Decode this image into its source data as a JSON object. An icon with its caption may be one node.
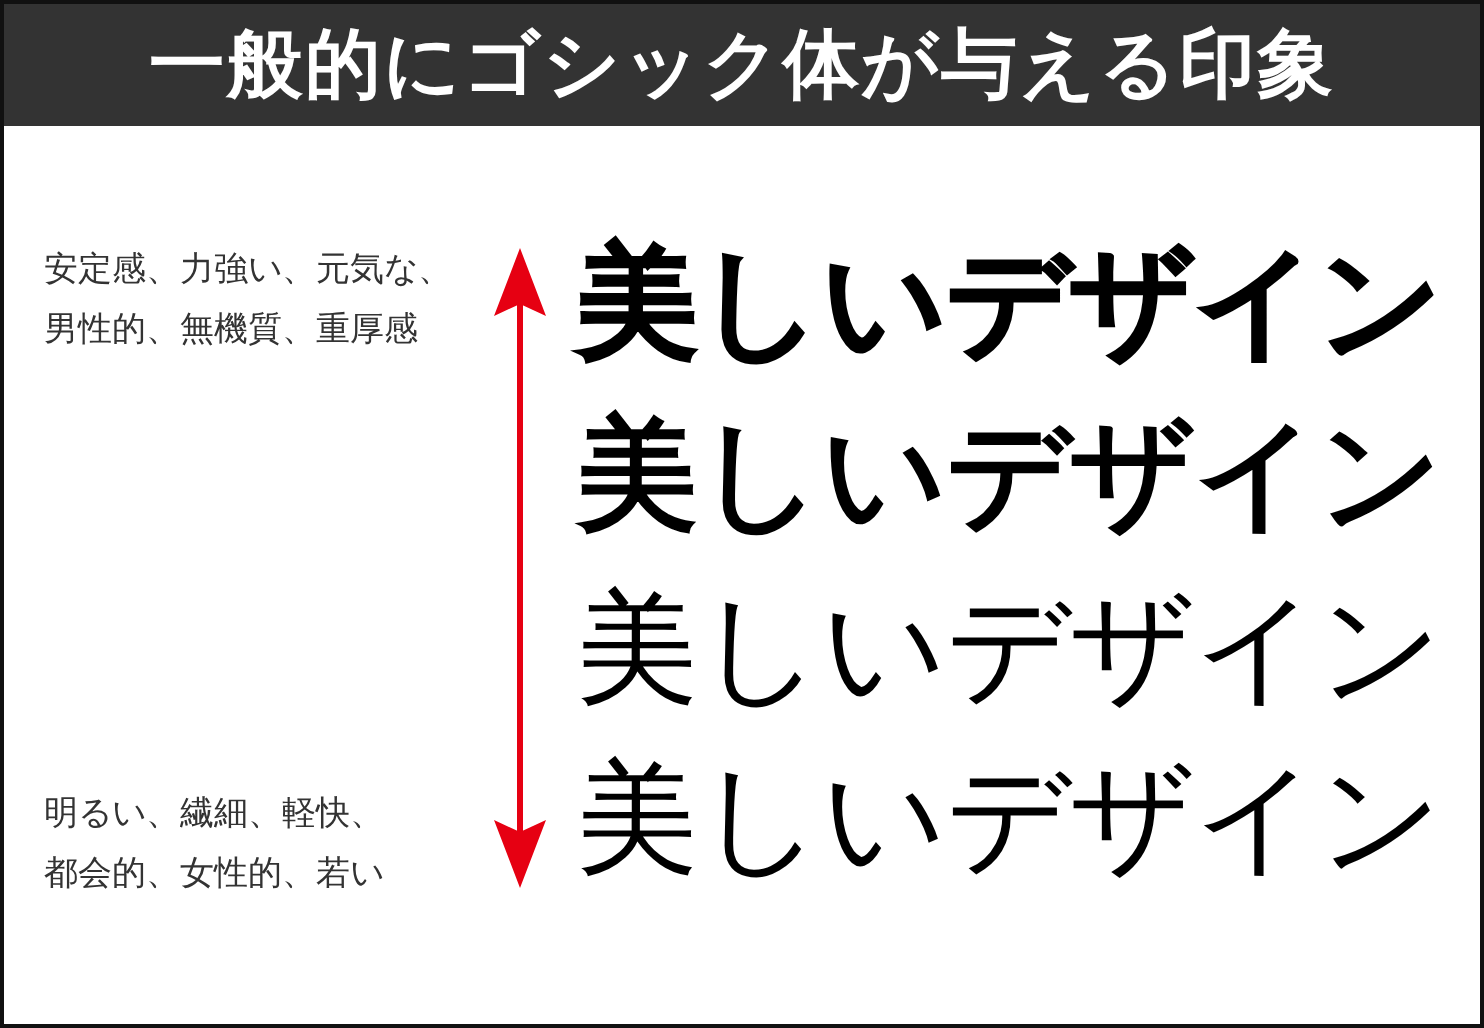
{
  "diagram": {
    "title": "一般的にゴシック体が与える印象",
    "labels": [
      "安定感、力強い、元気な、男性的、無機質、重厚感",
      "美しいデザイン",
      "美しいデザイン",
      "美しいデザイン",
      "明るい、繊細、軽快、都会的、女性的、若い",
      "美しいデザイン"
    ]
  }
}
